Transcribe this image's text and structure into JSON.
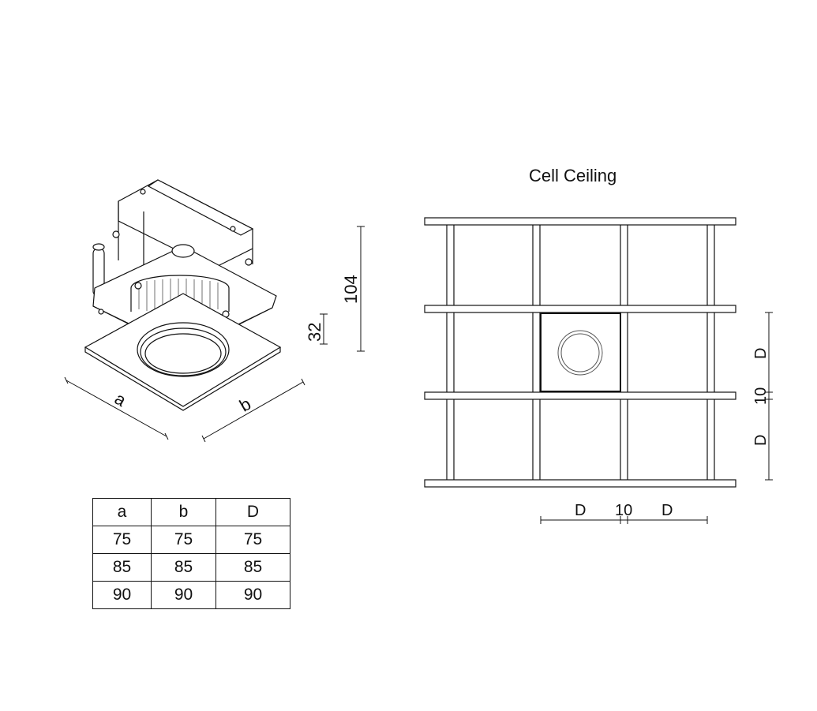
{
  "cell_ceiling": {
    "title": "Cell Ceiling",
    "dims": {
      "d_top": "D",
      "gap_right": "10",
      "d_bottom": "D",
      "d_left_bottom": "D",
      "gap_bottom": "10",
      "d_right_bottom": "D"
    }
  },
  "fixture": {
    "labels": {
      "a": "a",
      "b": "b",
      "height_total": "104",
      "height_trim": "32"
    }
  },
  "table": {
    "headers": [
      "a",
      "b",
      "D"
    ],
    "rows": [
      [
        "75",
        "75",
        "75"
      ],
      [
        "85",
        "85",
        "85"
      ],
      [
        "90",
        "90",
        "90"
      ]
    ]
  }
}
